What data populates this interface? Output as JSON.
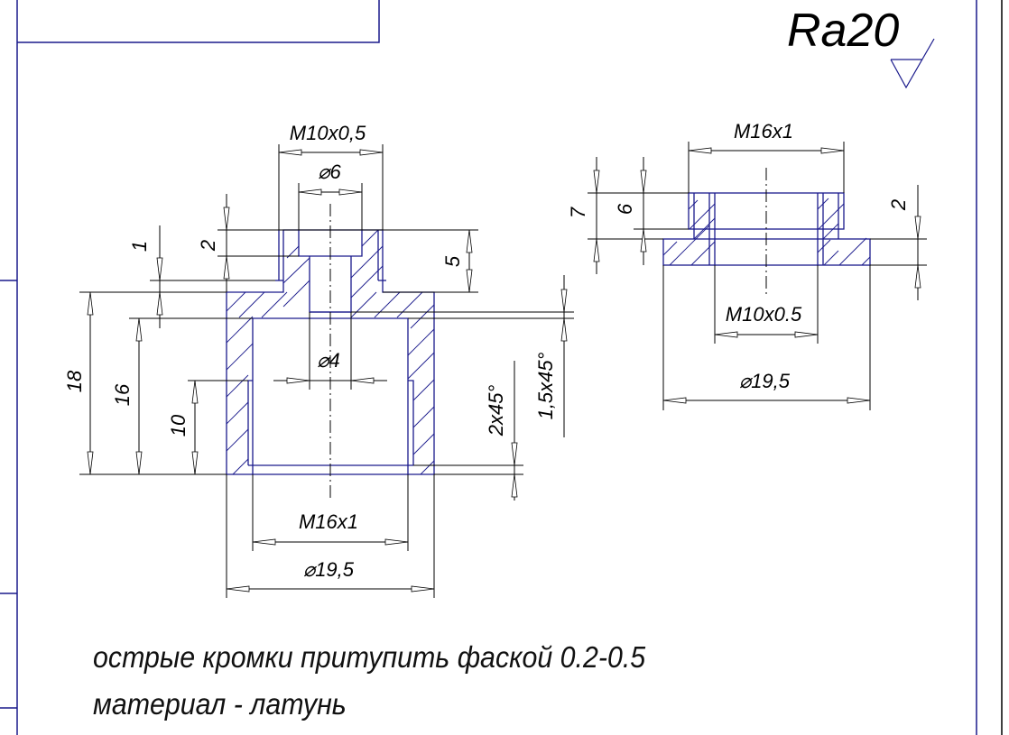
{
  "roughness": {
    "label": "Ra20",
    "symbol": "roughness-triangle"
  },
  "part_left": {
    "dimensions": {
      "top_thread": "M10x0,5",
      "top_bore": "⌀6",
      "inner_bore": "⌀4",
      "bottom_thread": "M16x1",
      "outer_diameter": "⌀19,5",
      "height_total": "18",
      "height_body": "16",
      "thread_depth": "10",
      "step_1": "1",
      "step_2": "2",
      "top_height": "5",
      "chamfer_bottom": "2x45°",
      "chamfer_top": "1,5x45°"
    }
  },
  "part_right": {
    "dimensions": {
      "top_thread": "M16x1",
      "bore_thread": "M10x0.5",
      "outer_diameter": "⌀19,5",
      "height_total": "7",
      "height_upper": "6",
      "flange": "2"
    }
  },
  "notes": {
    "line1": "острые кромки притупить фаской 0.2-0.5",
    "line2": "материал - латунь"
  },
  "colors": {
    "part_outline": "#1a1a8c",
    "dimension": "#000000",
    "background": "#ffffff"
  }
}
